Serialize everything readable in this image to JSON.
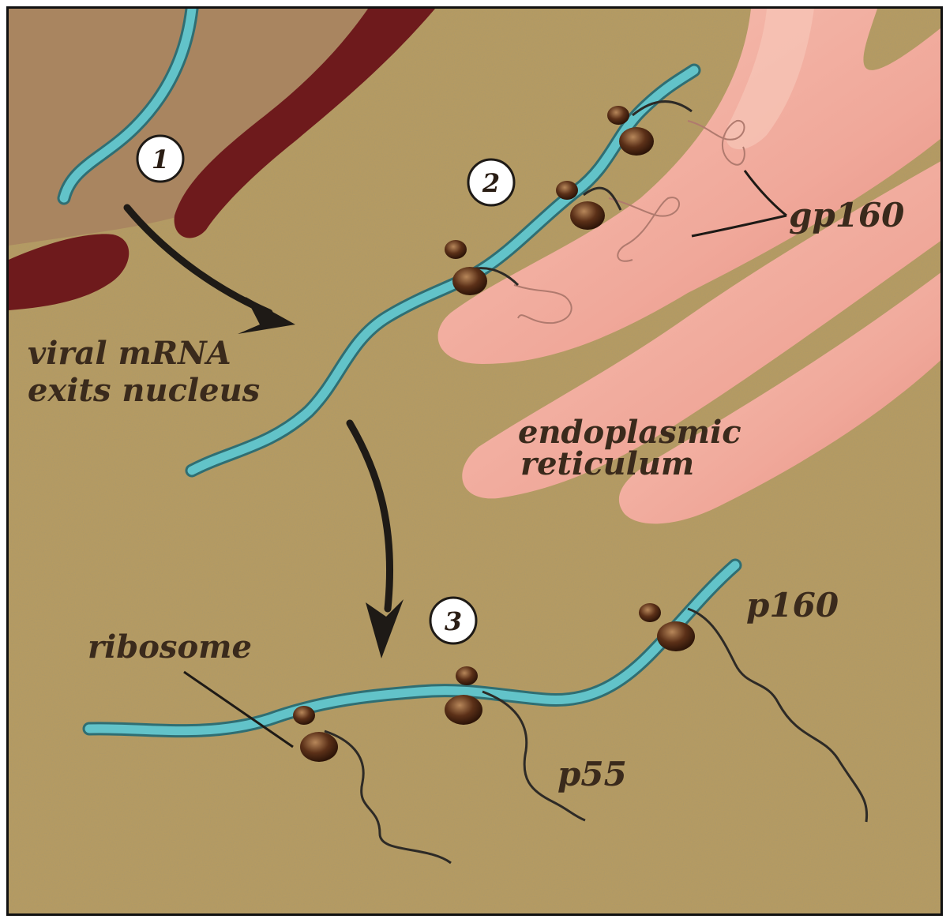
{
  "steps": [
    {
      "number": "1"
    },
    {
      "number": "2"
    },
    {
      "number": "3"
    }
  ],
  "labels": {
    "mrna_line1": "viral mRNA",
    "mrna_line2": "exits nucleus",
    "er_line1": "endoplasmic",
    "er_line2": "reticulum",
    "gp160": "gp160",
    "ribosome": "ribosome",
    "p160": "p160",
    "p55": "p55"
  },
  "colors": {
    "cytoplasm": "#b59b62",
    "nucleus": "#a98560",
    "nuclear_envelope": "#6e1a1c",
    "er": "#f0a89a",
    "mrna": "#62c3c9",
    "ribosome": "#5b3018",
    "protein_chain": "#2d2a26",
    "arrow": "#1e1a16"
  }
}
